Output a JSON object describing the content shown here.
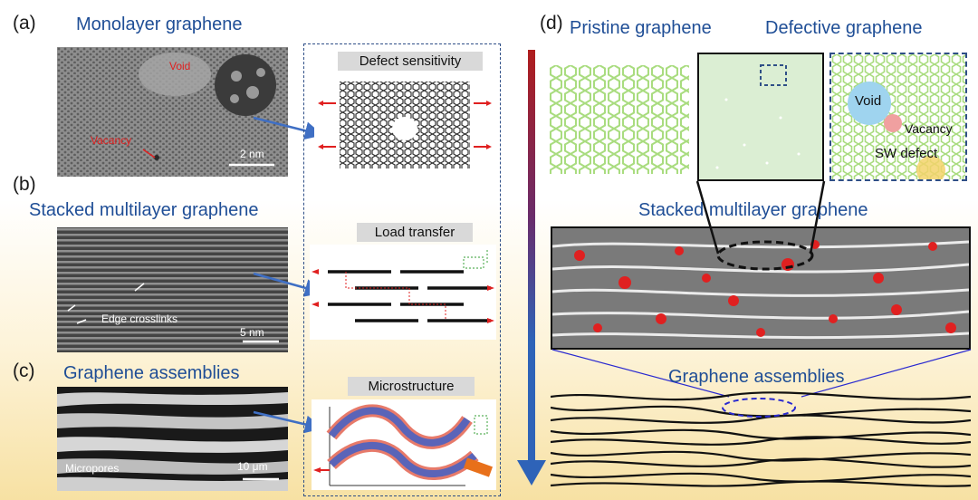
{
  "panels": {
    "a": {
      "label": "(a)",
      "title": "Monolayer graphene",
      "void_label": "Void",
      "vacancy_label": "Vacancy",
      "scale_label": "2 nm"
    },
    "b": {
      "label": "(b)",
      "title": "Stacked multilayer graphene",
      "crosslink_label": "Edge crosslinks",
      "scale_label": "5 nm"
    },
    "c": {
      "label": "(c)",
      "title": "Graphene assemblies",
      "pore_label": "Micropores",
      "scale_label": "10 μm"
    },
    "d": {
      "label": "(d)",
      "pristine_title": "Pristine graphene",
      "defective_title": "Defective graphene",
      "void_label": "Void",
      "vacancy_label": "Vacancy",
      "sw_label": "SW defect",
      "multilayer_title": "Stacked multilayer graphene",
      "assemblies_title": "Graphene assemblies"
    }
  },
  "mechanisms": {
    "defect": "Defect sensitivity",
    "load": "Load transfer",
    "micro": "Microstructure"
  },
  "colors": {
    "title_blue": "#1f4e96",
    "arrow_red": "#e02020",
    "void_blue": "#9fd4ef",
    "vacancy_pink": "#f0a0a0",
    "sw_yellow": "#f3d36b",
    "lattice_green": "#a9dc7f"
  }
}
